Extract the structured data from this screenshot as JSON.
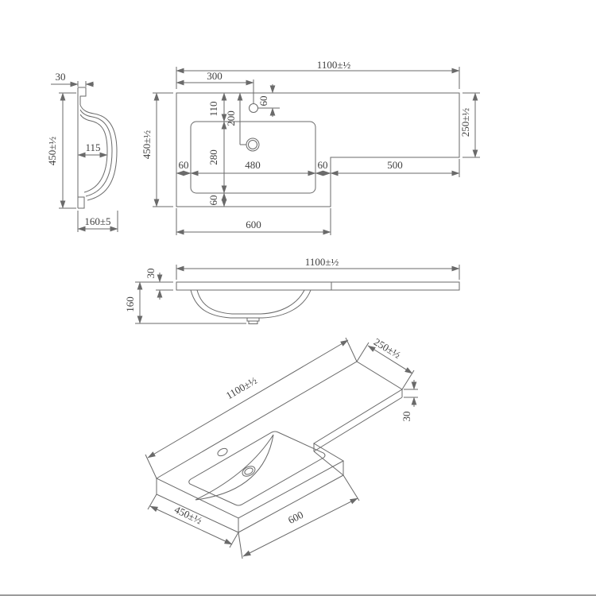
{
  "views": {
    "side": {
      "d30": "30",
      "d450": "450±½",
      "d115": "115",
      "d160": "160±5"
    },
    "plan": {
      "d1100": "1100±½",
      "d300": "300",
      "d60_tap": "60",
      "d110": "110",
      "d200": "200",
      "d280": "280",
      "d60_left": "60",
      "d480": "480",
      "d60_right": "60",
      "d500": "500",
      "d60_bottom": "60",
      "d600": "600",
      "d450": "450±½",
      "d250": "250±½"
    },
    "front": {
      "d1100": "1100±½",
      "d30": "30",
      "d160": "160"
    },
    "iso": {
      "d1100": "1100±½",
      "d250": "250±½",
      "d30": "30",
      "d450": "450±½",
      "d600": "600"
    }
  },
  "colors": {
    "line": "#6a6a6a",
    "text": "#3f3f3f",
    "background": "#ffffff",
    "footer_line": "#9b9b9b"
  }
}
